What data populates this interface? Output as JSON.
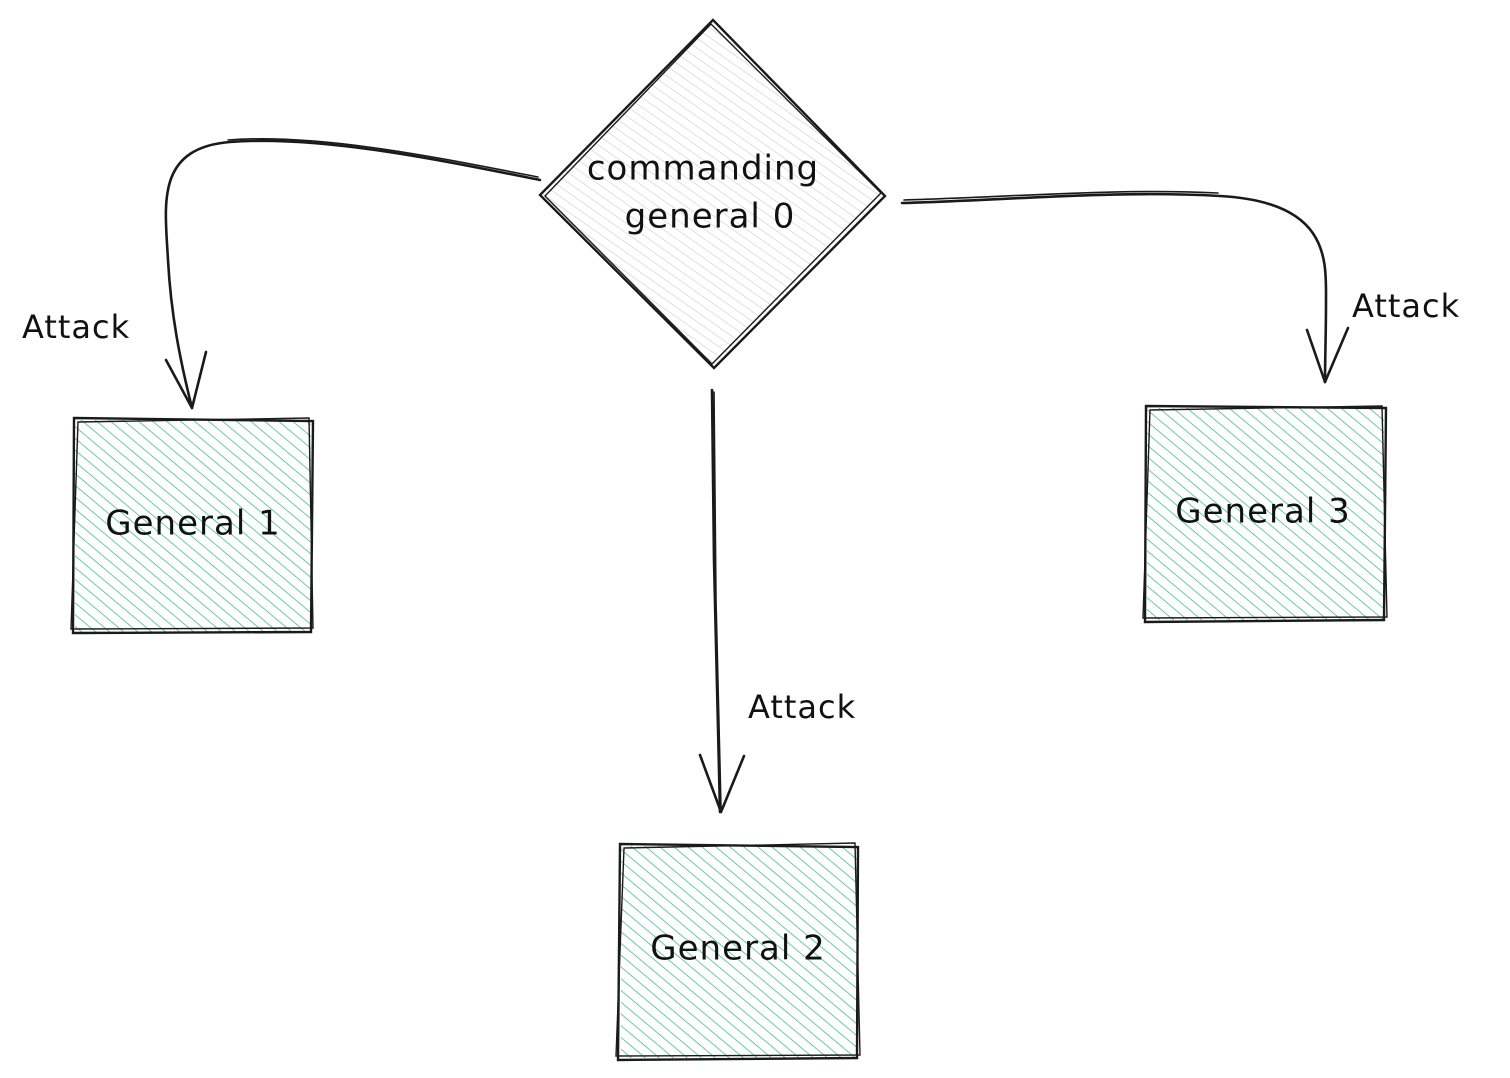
{
  "nodes": {
    "commander": {
      "line1": "commanding",
      "line2": "general 0"
    },
    "general1": {
      "label": "General 1"
    },
    "general2": {
      "label": "General 2"
    },
    "general3": {
      "label": "General 3"
    }
  },
  "edges": {
    "to_general1": {
      "label": "Attack"
    },
    "to_general2": {
      "label": "Attack"
    },
    "to_general3": {
      "label": "Attack"
    }
  },
  "colors": {
    "general_fill": "#3fbf98",
    "commander_fill": "#c9ccd3",
    "stroke": "#1a1a1a"
  }
}
